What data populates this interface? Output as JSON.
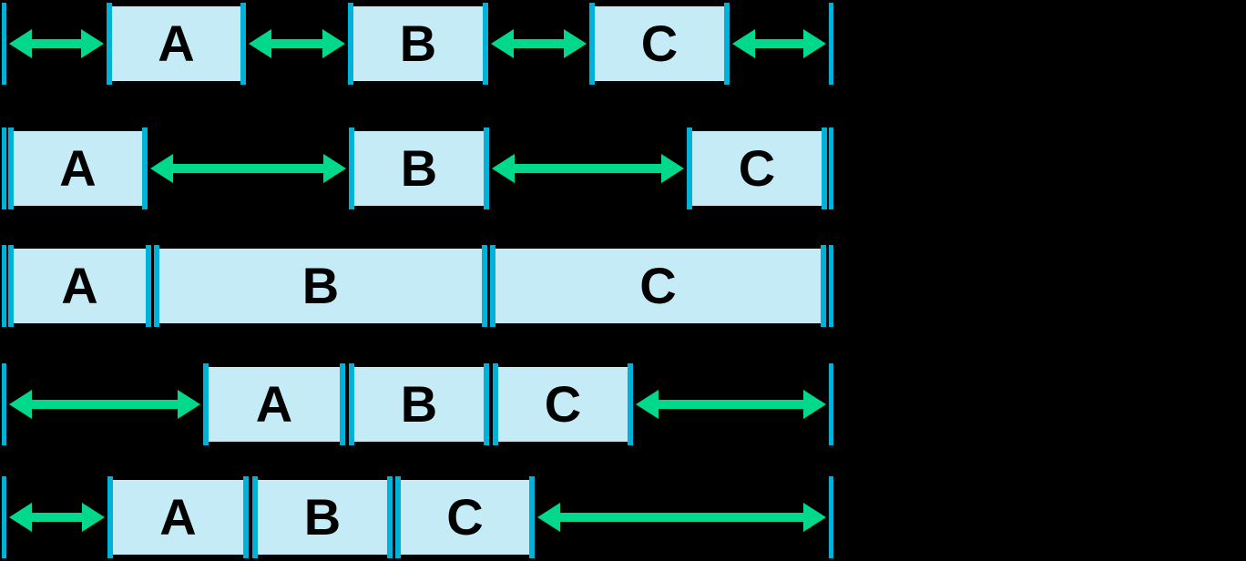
{
  "diagram": {
    "description": "Horizontal space-distribution diagram: five rows of boxes A, B, C between container edge bars, with double-headed arrows indicating free space",
    "colors": {
      "background": "#000000",
      "box_fill": "#C5ECF6",
      "box_border": "#000000",
      "edge_bar": "#00B2D8",
      "arrow": "#00D98B",
      "label": "#000000"
    },
    "icons": {
      "arrow": "double-headed-arrow"
    },
    "rows": [
      {
        "boxes": [
          "A",
          "B",
          "C"
        ],
        "segments": [
          "edge-bar",
          "arrow",
          "box A",
          "arrow",
          "box B",
          "arrow",
          "box C",
          "arrow",
          "edge-bar"
        ],
        "layout": "equal spaces with arrows at both edges and between all boxes"
      },
      {
        "boxes": [
          "A",
          "B",
          "C"
        ],
        "segments": [
          "edge-bar",
          "box A",
          "arrow",
          "box B",
          "arrow",
          "box C",
          "edge-bar"
        ],
        "layout": "first and last boxes flush with edges, equal arrows between boxes"
      },
      {
        "boxes": [
          "A",
          "B",
          "C"
        ],
        "segments": [
          "edge-bar",
          "box A",
          "box B",
          "box C",
          "edge-bar"
        ],
        "layout": "boxes stretched to fill the full width, no arrows"
      },
      {
        "boxes": [
          "A",
          "B",
          "C"
        ],
        "segments": [
          "edge-bar",
          "arrow",
          "box A",
          "box B",
          "box C",
          "arrow",
          "edge-bar"
        ],
        "layout": "boxes grouped together in the center with equal arrows at both edges"
      },
      {
        "boxes": [
          "A",
          "B",
          "C"
        ],
        "segments": [
          "edge-bar",
          "arrow",
          "box A",
          "box B",
          "box C",
          "arrow",
          "edge-bar"
        ],
        "layout": "boxes grouped near the left with a short arrow at the left edge and a long arrow at the right edge"
      }
    ]
  }
}
